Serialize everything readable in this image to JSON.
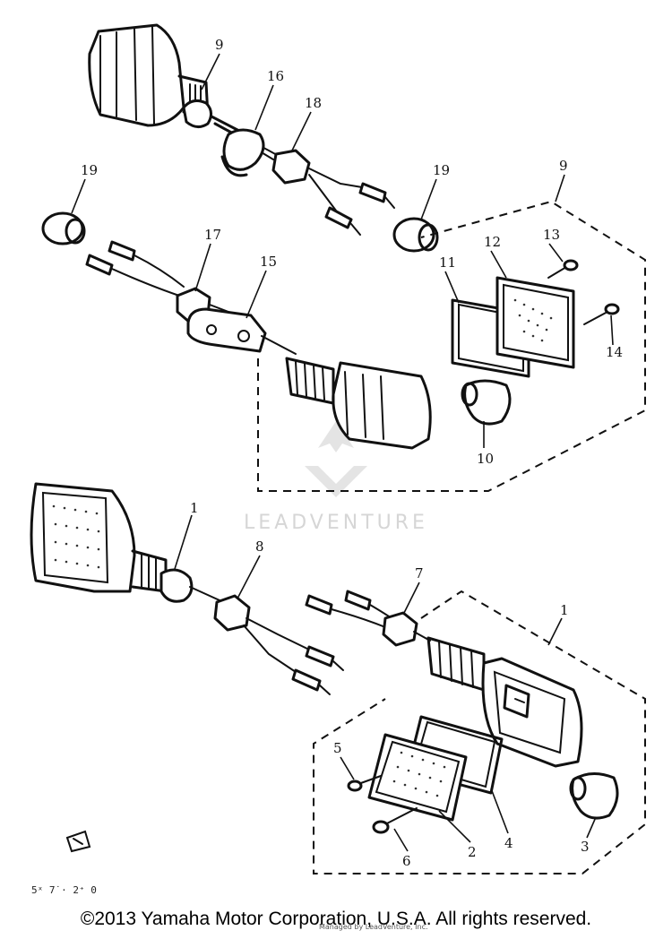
{
  "diagram": {
    "part_callouts": {
      "top_signal": "9",
      "top_grommet": "16",
      "top_nut": "18",
      "top_cap_left": "19",
      "top_cap_right": "19",
      "exploded_group_top": "9",
      "nut_mid": "17",
      "bracket_mid": "15",
      "lens_gasket_top": "11",
      "lens_top": "12",
      "screw_top": "13",
      "screw_top_2": "14",
      "bulb_top": "10",
      "bottom_signal": "1",
      "bottom_nut_left": "8",
      "bottom_nut_right": "7",
      "exploded_group_bottom": "1",
      "screw_bottom_small": "5",
      "screw_bottom_long": "6",
      "lens_bottom": "2",
      "gasket_bottom": "4",
      "bulb_bottom": "3"
    },
    "watermark": "LEADVENTURE",
    "figure_code": "5ˣ 7˙· 2⁺ 0"
  },
  "footer": {
    "copyright": "©2013 Yamaha Motor Corporation, U.S.A. All rights reserved.",
    "overlay_note": "Managed by LeadVenture, Inc."
  }
}
